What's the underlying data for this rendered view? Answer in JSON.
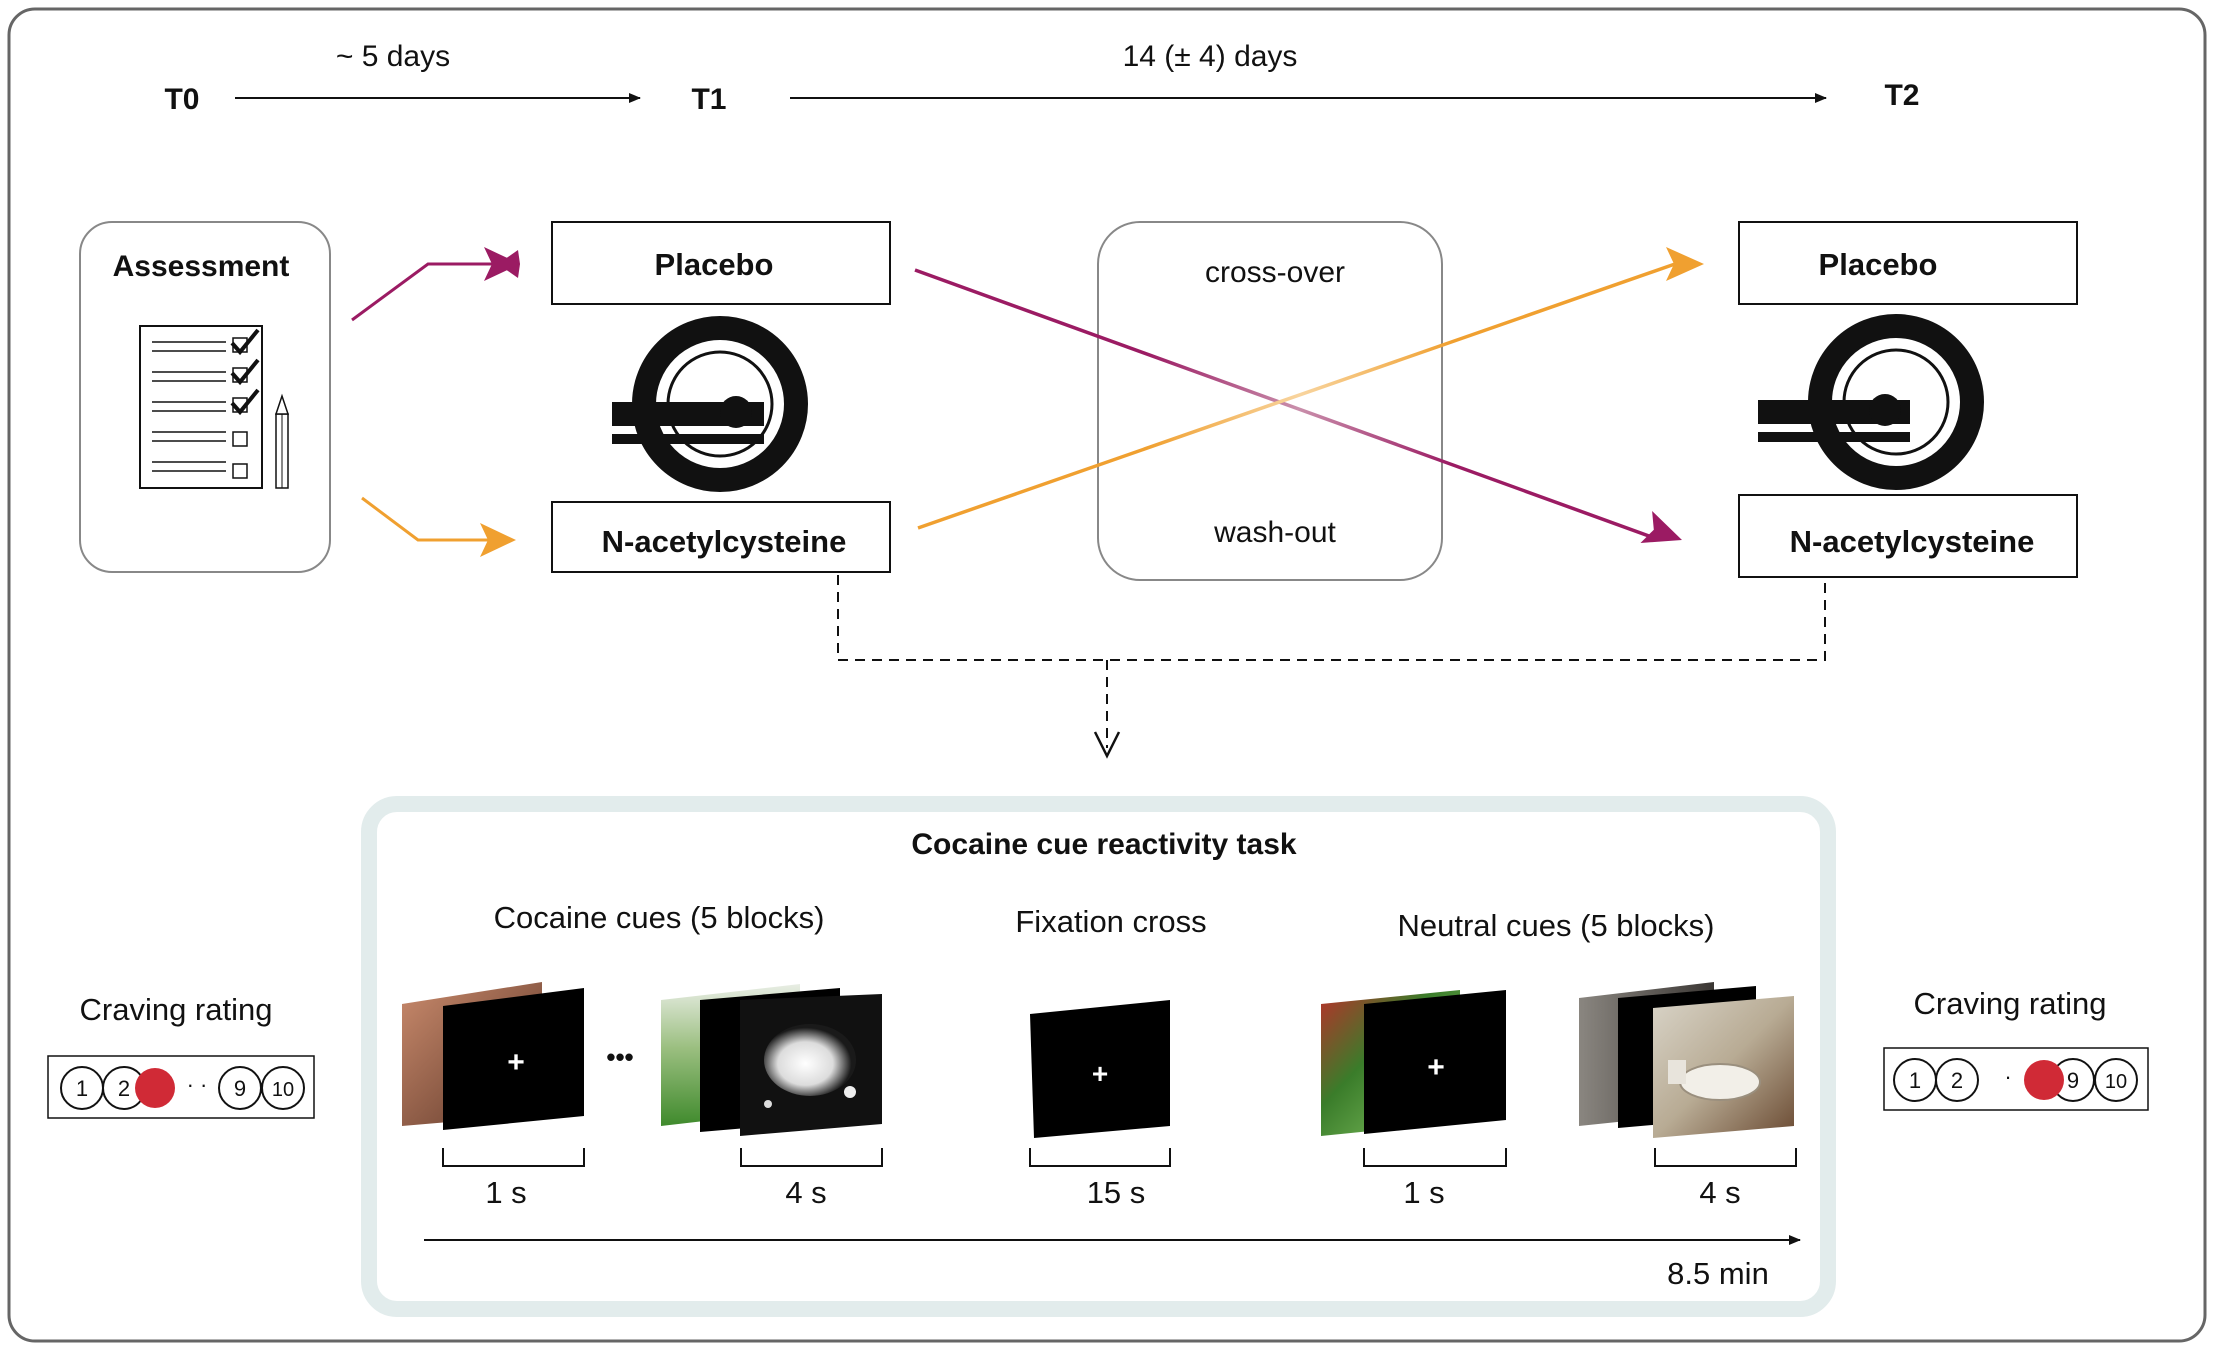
{
  "timeline": {
    "t0": "T0",
    "t1": "T1",
    "t2": "T2",
    "interval_1": "~ 5 days",
    "interval_2": "14 (± 4) days"
  },
  "assessment": {
    "title": "Assessment"
  },
  "session1": {
    "placebo": "Placebo",
    "nac": "N-acetylcysteine"
  },
  "session2": {
    "placebo": "Placebo",
    "nac": "N-acetylcysteine"
  },
  "crossover": {
    "top": "cross-over",
    "bottom": "wash-out"
  },
  "task": {
    "title": "Cocaine cue reactivity task",
    "cocaine_label": "Cocaine cues (5 blocks)",
    "fixation_label": "Fixation cross",
    "neutral_label": "Neutral cues (5 blocks)",
    "ellipsis": "•••",
    "fixation_symbol": "+",
    "dur_cocaine_1": "1 s",
    "dur_cocaine_2": "4 s",
    "dur_fixation": "15 s",
    "dur_neutral_1": "1 s",
    "dur_neutral_2": "4 s",
    "total": "8.5 min"
  },
  "craving_pre": {
    "title": "Craving rating",
    "scale": [
      "1",
      "2",
      "9",
      "10"
    ],
    "dots": "· ·"
  },
  "craving_post": {
    "title": "Craving rating",
    "scale": [
      "1",
      "2",
      "9",
      "10"
    ],
    "dots": "·"
  },
  "colors": {
    "placebo_arm": "#9b1b63",
    "nac_arm": "#f0a030",
    "rating_marker": "#d02a36",
    "frame": "#666666",
    "task_frame": "#e2ecec"
  }
}
